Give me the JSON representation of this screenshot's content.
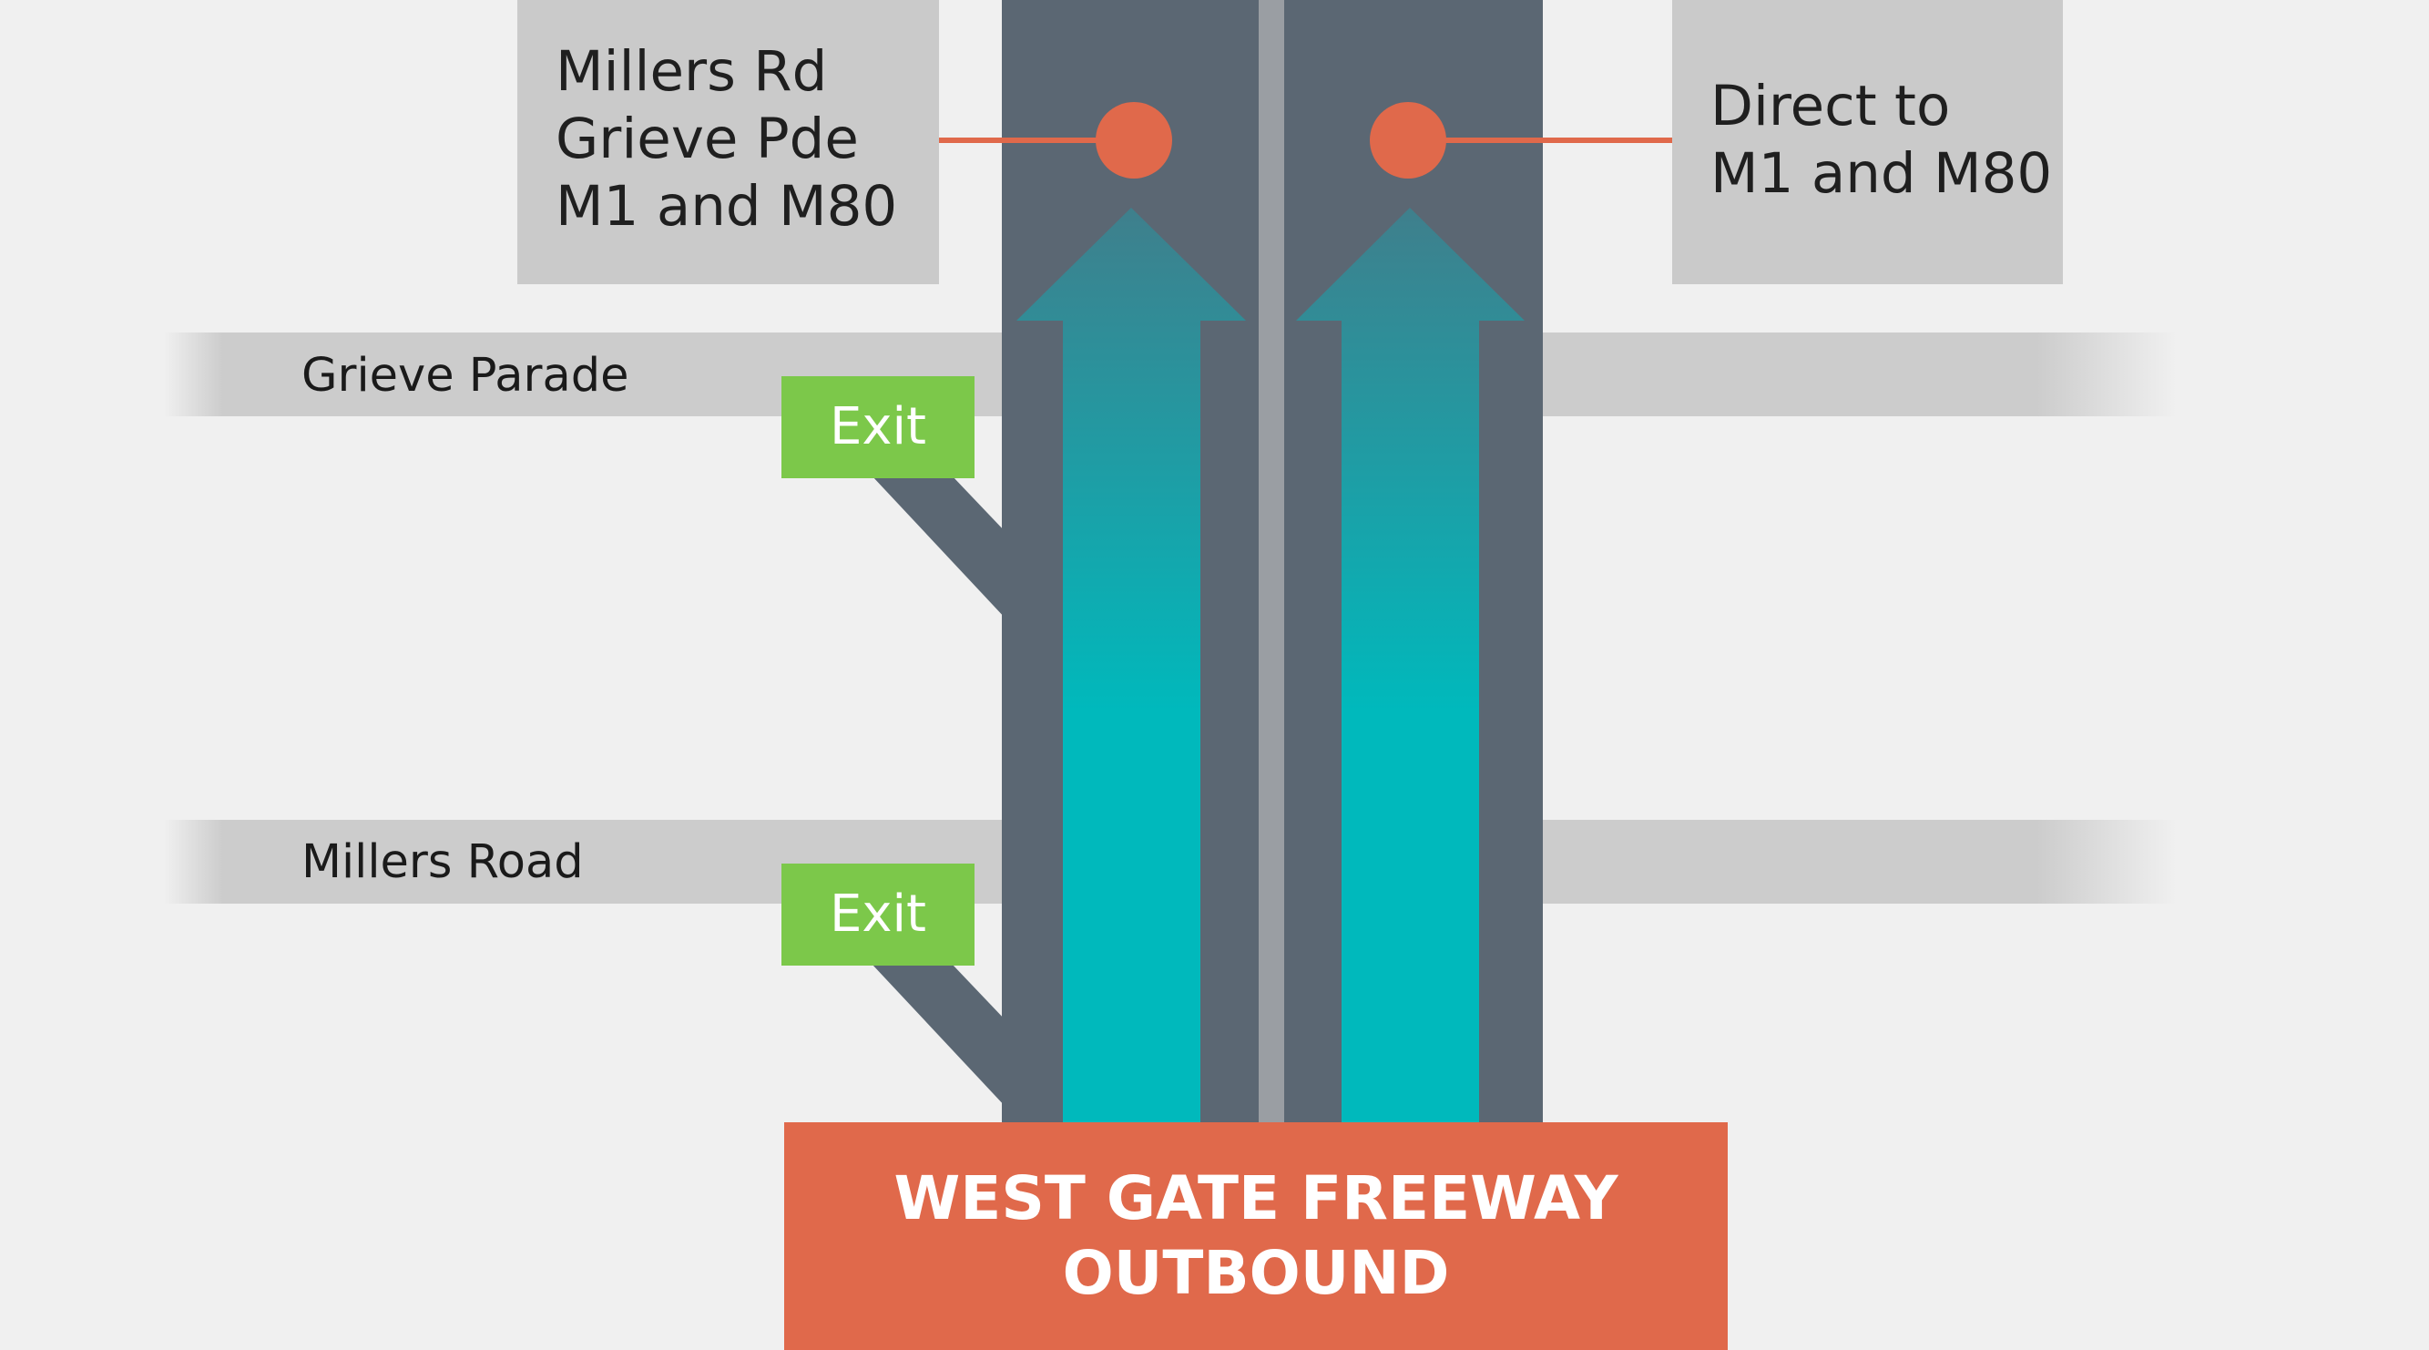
{
  "roads": [
    {
      "name": "Grieve Parade"
    },
    {
      "name": "Millers Road"
    }
  ],
  "destinations": {
    "left": [
      "Millers Rd",
      "Grieve Pde",
      "M1 and M80"
    ],
    "right": [
      "Direct to",
      "M1 and M80"
    ]
  },
  "exits": [
    {
      "label": "Exit"
    },
    {
      "label": "Exit"
    }
  ],
  "freeway": {
    "title_line1": "WEST GATE FREEWAY",
    "title_line2": "OUTBOUND"
  },
  "colors": {
    "background": "#f0f0f0",
    "road": "#cccccc",
    "freeway": "#5b6773",
    "median": "#9a9ea3",
    "lane_arrow_top": "#3f7f8c",
    "lane_arrow_bottom": "#00b9bc",
    "marker": "#e0694b",
    "exit": "#7cc84a",
    "title_box": "#e0694b",
    "destination_box": "#cacaca"
  },
  "icons": [
    "up-arrow-icon",
    "location-dot-icon"
  ]
}
